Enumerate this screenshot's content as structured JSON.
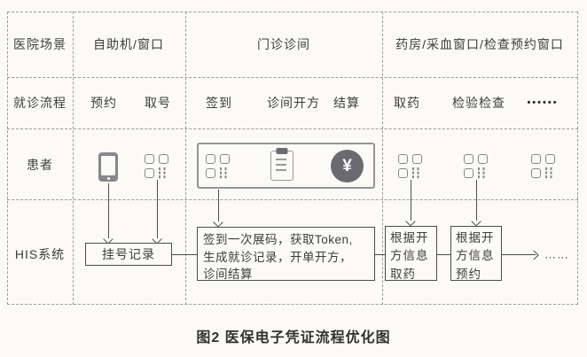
{
  "caption": "图2 医保电子凭证流程优化图",
  "table": {
    "row_labels": [
      "医院场景",
      "就诊流程",
      "患者",
      "HIS系统"
    ],
    "scenes": [
      "自助机/窗口",
      "门诊诊间",
      "药房/采血窗口/检查预约窗口"
    ],
    "steps": [
      "预约",
      "取号",
      "签到",
      "诊间开方",
      "结算",
      "取药",
      "检验检查"
    ],
    "steps_ellipsis": "••••••"
  },
  "his": {
    "register_box": "挂号记录",
    "token_lines": [
      "签到一次展码，获取Token,",
      "生成就诊记录，开单开方，",
      "诊间结算"
    ],
    "dispense_box": "根据开方信息取药",
    "appoint_box": "根据开方信息预约",
    "more": "……"
  },
  "icons": {
    "phone": "smartphone-icon",
    "qr": "qr-code-icon",
    "clipboard": "clipboard-icon",
    "yuan_badge": "yuan-circle-icon",
    "yuan_symbol": "¥"
  },
  "colors": {
    "background": "#fbfaf6",
    "text": "#3d3d3d",
    "dashed_grid": "#9b9b9b",
    "solid_line": "#4d4d4d",
    "icon_gray": "#87878c",
    "icon_dark_gray": "#6a6a70"
  }
}
